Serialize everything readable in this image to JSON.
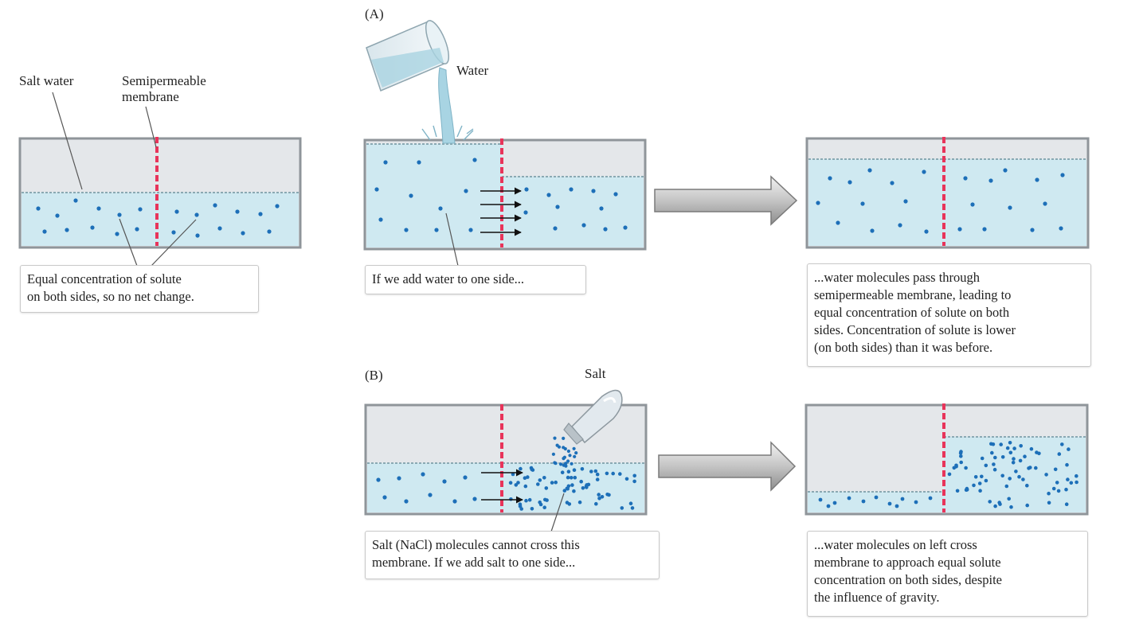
{
  "labels": {
    "salt_water": "Salt water",
    "membrane": "Semipermeable\nmembrane",
    "panel_a": "(A)",
    "panel_b": "(B)",
    "water": "Water",
    "salt": "Salt"
  },
  "captions": {
    "equal": "Equal concentration of solute\non both sides, so no net change.",
    "add_water": "If we add water to one side...",
    "water_result": "...water molecules pass through\nsemipermeable membrane, leading to\nequal concentration of solute on both\nsides. Concentration of solute is lower\n(on both sides) than it was before.",
    "add_salt": "Salt (NaCl) molecules cannot cross this\nmembrane. If we add salt to one side...",
    "salt_result": "...water molecules on left cross\nmembrane to approach equal solute\nconcentration on both sides, despite\nthe influence of gravity."
  },
  "colors": {
    "water": "#cfe9f1",
    "air": "#e4e7ea",
    "membrane": "#e8345a",
    "solute": "#1d6fb8",
    "arrow": "#9a9a9a"
  }
}
